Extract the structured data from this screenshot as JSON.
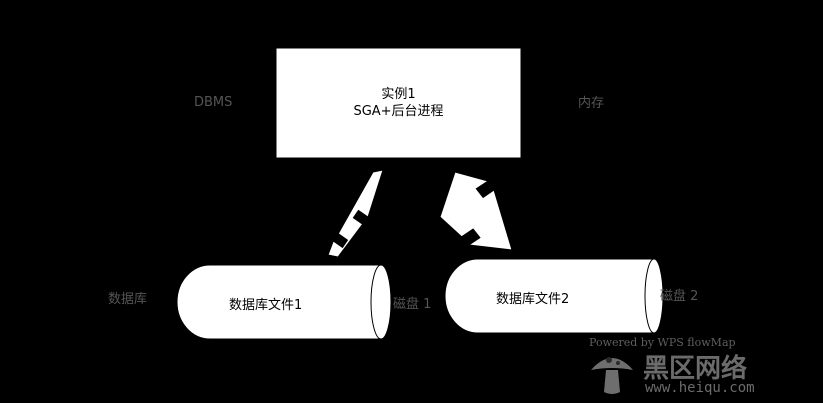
{
  "diagram": {
    "instance": {
      "line1": "实例1",
      "line2": "SGA+后台进程"
    },
    "labels": {
      "dbms": "DBMS",
      "memory": "内存",
      "database": "数据库",
      "disk1": "磁盘 1",
      "disk2": "磁盘 2"
    },
    "cylinders": [
      {
        "label": "数据库文件1"
      },
      {
        "label": "数据库文件2"
      }
    ]
  },
  "watermark": {
    "powered_by": "Powered by WPS flowMap",
    "site_name": "黑区网络",
    "site_url": "www.heiqu.com"
  },
  "colors": {
    "background": "#000000",
    "shape_fill": "#ffffff",
    "stroke": "#000000",
    "label_gray": "#555555"
  }
}
